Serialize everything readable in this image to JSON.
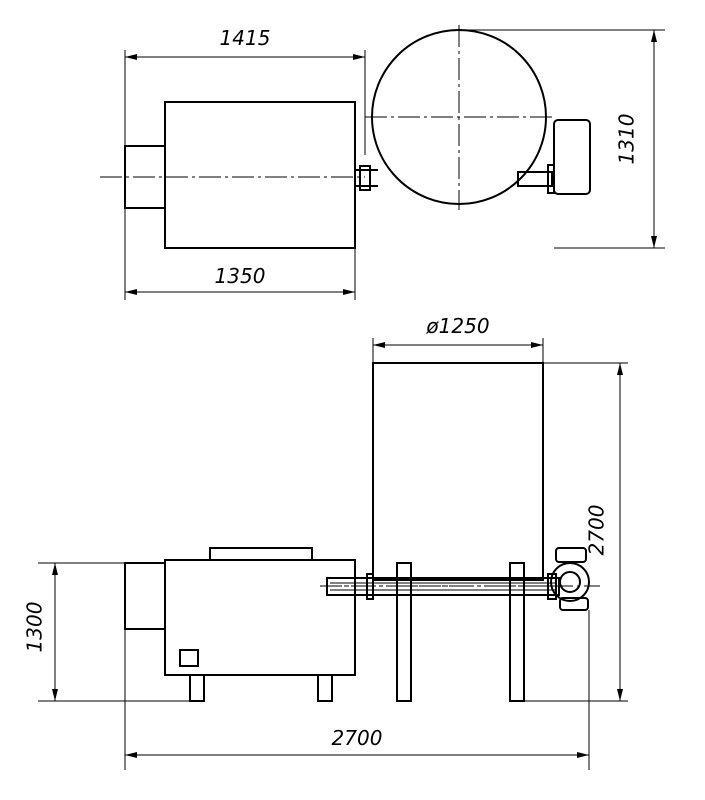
{
  "dimensions": {
    "top_width": "1415",
    "top_body_width": "1350",
    "top_height": "1310",
    "hopper_diameter": "ø1250",
    "side_total_height": "2700",
    "side_body_height": "1300",
    "side_total_length": "2700"
  }
}
